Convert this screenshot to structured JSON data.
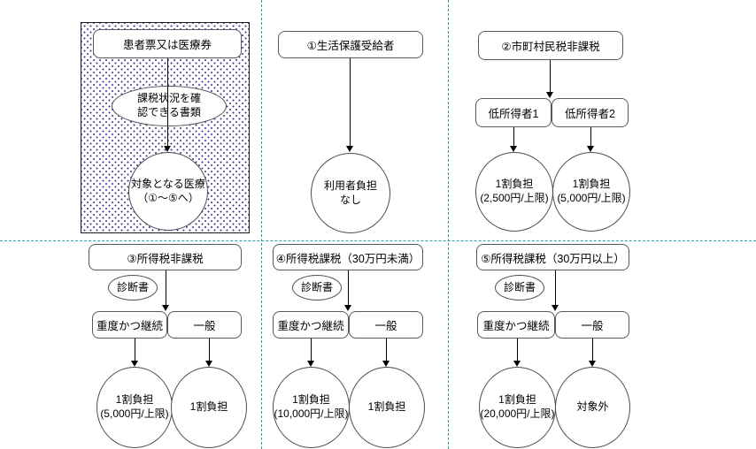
{
  "colors": {
    "divider": "#2E9E9E",
    "dots": "#3A3A94",
    "box_border": "#595959",
    "circle_border": "#4d4d4d",
    "line": "#000000"
  },
  "flow": {
    "intake": {
      "patient_box": "患者票又は医療券",
      "tax_doc": [
        "課税状況を確",
        "認できる書類"
      ],
      "target": [
        "対象となる医療",
        "（①～⑤へ）"
      ]
    },
    "s1": {
      "header": "①生活保護受給者",
      "result": [
        "利用者負担",
        "なし"
      ]
    },
    "s2": {
      "header": "②市町村民税非課税",
      "branch1": "低所得者1",
      "branch2": "低所得者2",
      "result1": [
        "1割負担",
        "(2,500円/上限)"
      ],
      "result2": [
        "1割負担",
        "(5,000円/上限)"
      ]
    },
    "s3": {
      "header": "③所得税非課税",
      "note": "診断書",
      "branch1": "重度かつ継続",
      "branch2": "一般",
      "result1": [
        "1割負担",
        "(5,000円/上限)"
      ],
      "result2": [
        "1割負担"
      ]
    },
    "s4": {
      "header": "④所得税課税（30万円未満）",
      "note": "診断書",
      "branch1": "重度かつ継続",
      "branch2": "一般",
      "result1": [
        "1割負担",
        "(10,000円/上限)"
      ],
      "result2": [
        "1割負担"
      ]
    },
    "s5": {
      "header": "⑤所得税課税（30万円以上）",
      "note": "診断書",
      "branch1": "重度かつ継続",
      "branch2": "一般",
      "result1": [
        "1割負担",
        "(20,000円/上限)"
      ],
      "result2": [
        "対象外"
      ]
    }
  }
}
